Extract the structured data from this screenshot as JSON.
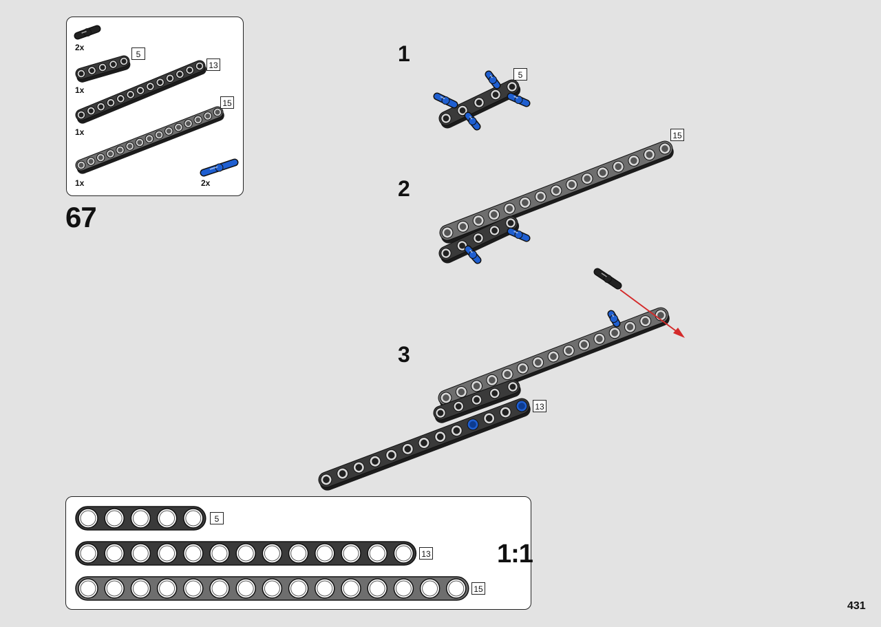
{
  "parts_list": {
    "items": [
      {
        "name": "black-axle-pin",
        "quantity": "2x"
      },
      {
        "name": "beam-5",
        "quantity": "1x",
        "length": "5"
      },
      {
        "name": "beam-13",
        "quantity": "1x",
        "length": "13"
      },
      {
        "name": "beam-15",
        "quantity": "1x",
        "length": "15"
      },
      {
        "name": "blue-axle-pin",
        "quantity": "2x"
      }
    ]
  },
  "step": {
    "number": "67",
    "substeps": [
      {
        "label": "1",
        "tag": "5"
      },
      {
        "label": "2",
        "tag": "15"
      },
      {
        "label": "3",
        "tag": "13"
      }
    ]
  },
  "scale_reference": {
    "label": "1:1",
    "beams": [
      {
        "holes": 5,
        "tag": "5"
      },
      {
        "holes": 13,
        "tag": "13"
      },
      {
        "holes": 15,
        "tag": "15"
      }
    ]
  },
  "colors": {
    "background": "#e3e3e3",
    "beam_dark": "#3a3a3a",
    "beam_grey": "#6e6e6e",
    "pin_blue": "#1f5fd1",
    "arrow_red": "#d42a2a"
  },
  "page": {
    "number": "431"
  }
}
